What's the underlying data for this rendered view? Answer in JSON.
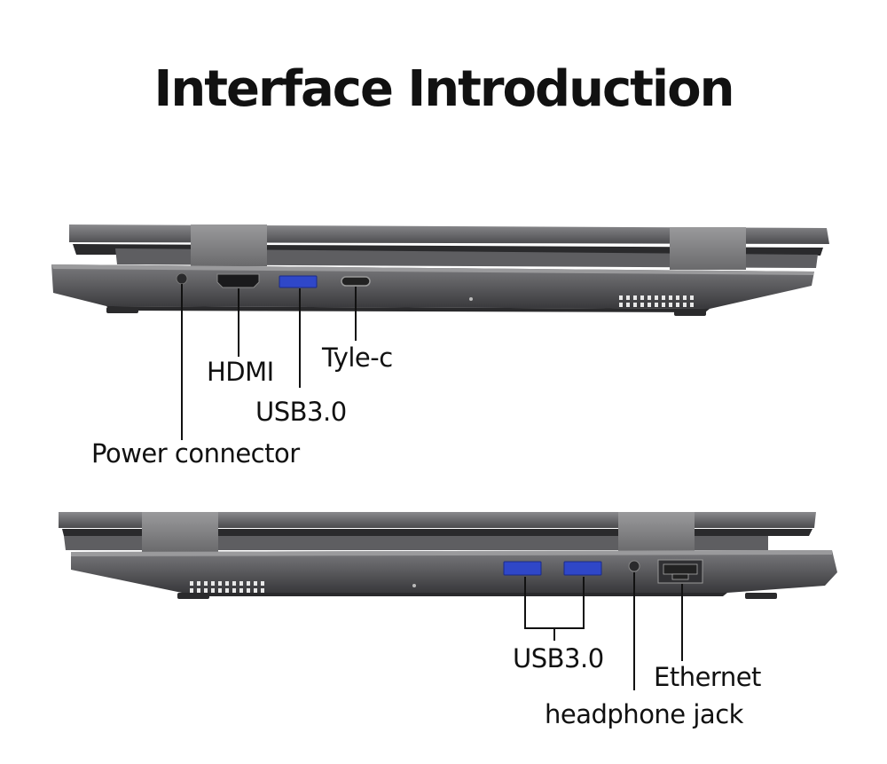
{
  "title": "Interface Introduction",
  "left_side": {
    "labels": {
      "hdmi": "HDMI",
      "usb": "USB3.0",
      "typec": "Tyle-c",
      "power": "Power connector"
    }
  },
  "right_side": {
    "labels": {
      "usb": "USB3.0",
      "ethernet": "Ethernet",
      "headphone": "headphone jack"
    }
  },
  "colors": {
    "body": "#5b5b5e",
    "body_dark": "#3a3a3d",
    "usb_blue": "#2f47c8",
    "line": "#111111"
  }
}
